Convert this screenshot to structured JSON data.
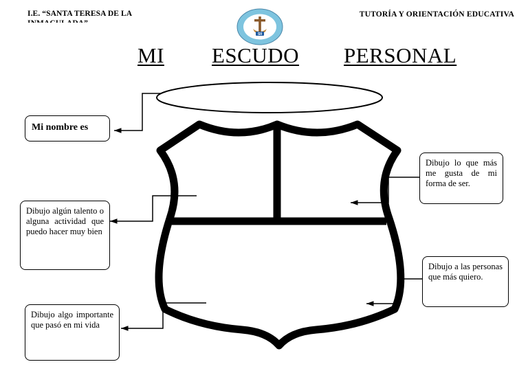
{
  "header": {
    "school": "I.E. “SANTA TERESA DE LA INMACULADA”",
    "department": "TUTORÍA Y ORIENTACIÓN EDUCATIVA"
  },
  "logo": {
    "icon": "school-crest-logo",
    "initials": "SII"
  },
  "title": {
    "word1": "MI",
    "word2": "ESCUDO",
    "word3": "PERSONAL"
  },
  "boxes": {
    "name": "Mi nombre es",
    "talent": "Dibujo algún talento o alguna actividad que puedo hacer muy bien",
    "like": "Dibujo lo que más me gusta de mi forma de ser.",
    "people": "Dibujo a las personas que más quiero.",
    "event": "Dibujo algo importante que pasó en mi vida"
  }
}
